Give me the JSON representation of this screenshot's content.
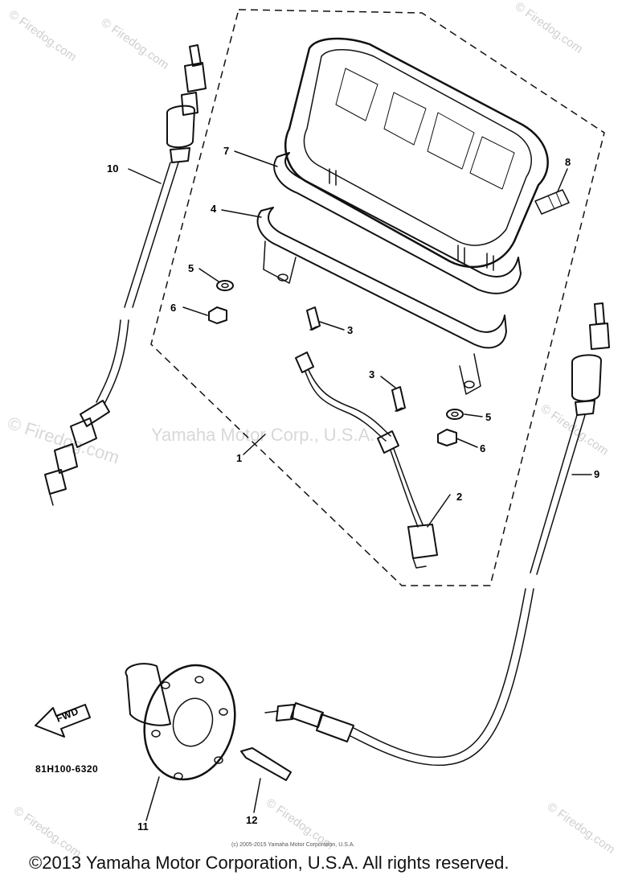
{
  "watermarks": {
    "site": "© Firedog.com",
    "site_short": "Firedog.com",
    "brand": "Yamaha Motor Corp., U.S.A."
  },
  "callouts": {
    "c1": "1",
    "c2": "2",
    "c3a": "3",
    "c3b": "3",
    "c4": "4",
    "c5a": "5",
    "c5b": "5",
    "c6a": "6",
    "c6b": "6",
    "c7": "7",
    "c8": "8",
    "c9": "9",
    "c10": "10",
    "c11": "11",
    "c12": "12"
  },
  "part_code": "81H100-6320",
  "fwd_label": "FWD",
  "small_copyright": "(c) 2005-2015 Yamaha Motor Corporation, U.S.A.",
  "copyright": "©2013 Yamaha Motor Corporation, U.S.A. All rights reserved."
}
